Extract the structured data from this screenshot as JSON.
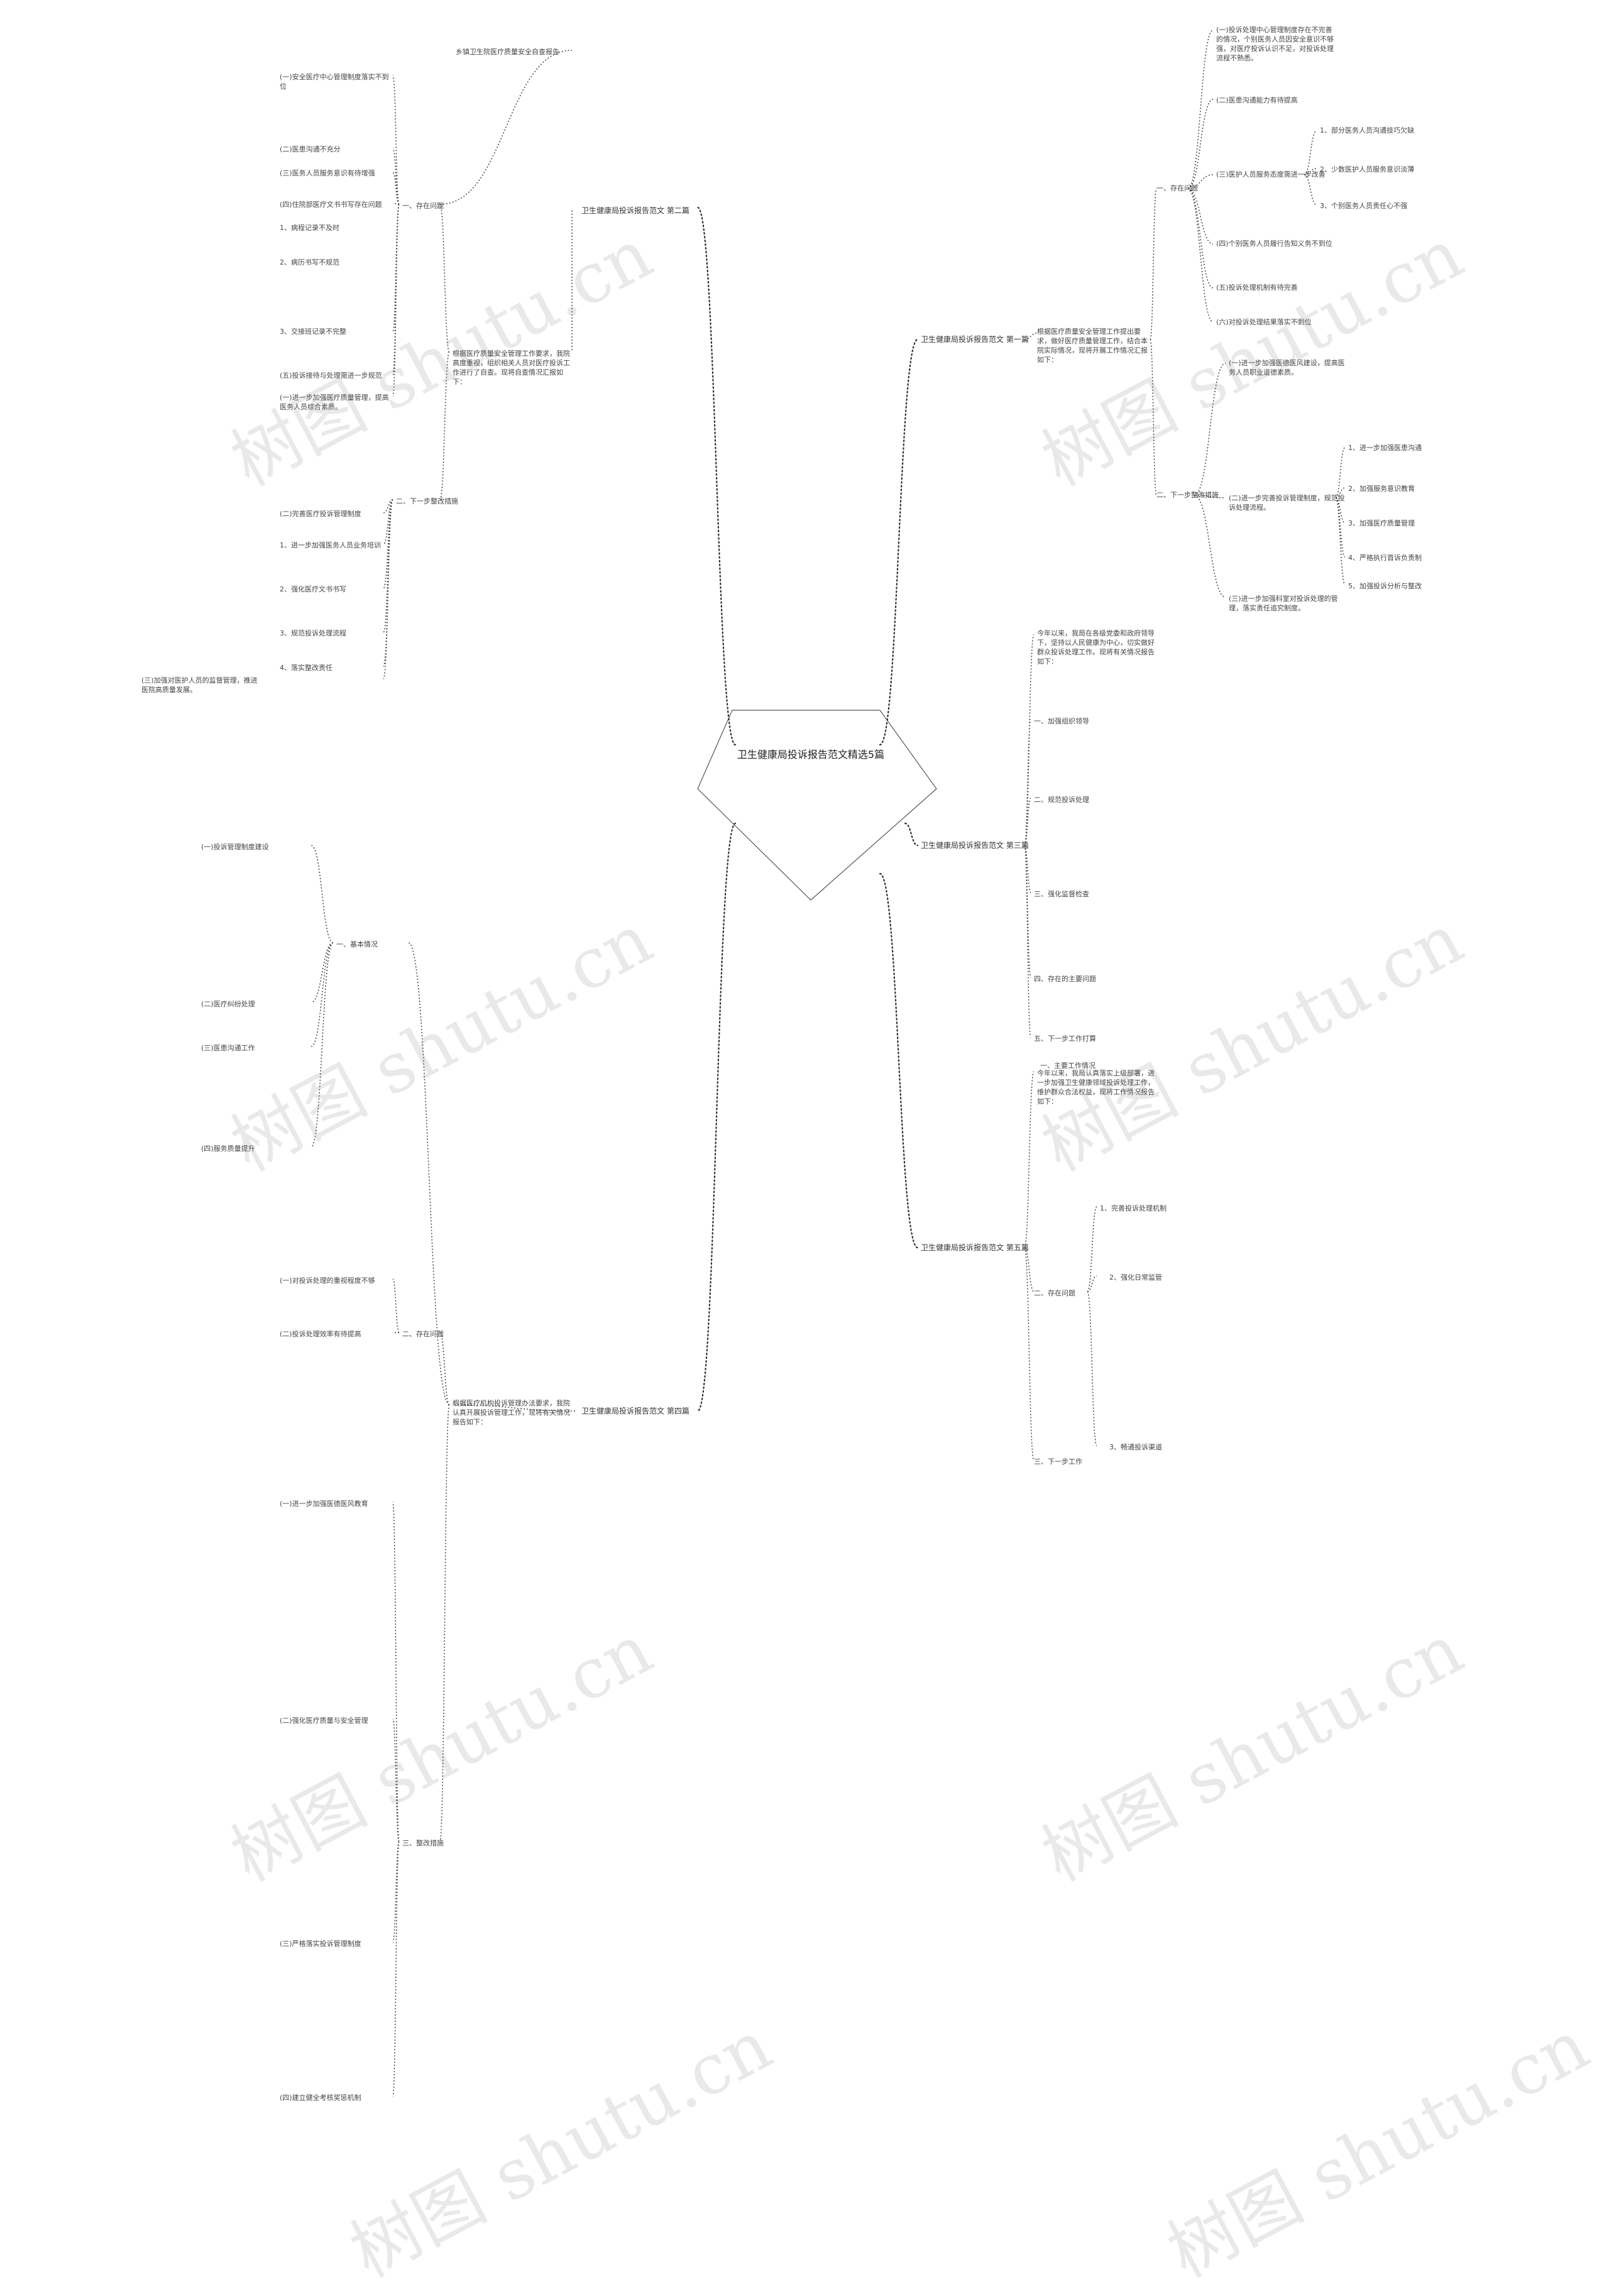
{
  "root": {
    "title": "卫生健康局投诉报告范文精选5篇"
  },
  "branches": [
    {
      "title": "卫生健康局投诉报告范文 第一篇"
    },
    {
      "title": "卫生健康局投诉报告范文 第二篇"
    },
    {
      "title": "卫生健康局投诉报告范文 第三篇"
    },
    {
      "title": "卫生健康局投诉报告范文 第四篇"
    },
    {
      "title": "卫生健康局投诉报告范文 第五篇"
    }
  ],
  "b1": {
    "intro": "根据医疗质量安全管理工作提出要求，做好医疗质量管理工作，结合本院实际情况，现将开展工作情况汇报如下：",
    "sec1": "一、存在问题",
    "sec2": "二、下一步整改措施",
    "items": [
      "(一)投诉处理中心管理制度存在不完善的情况，个别医务人员因安全意识不够强，对医疗投诉认识不足，对投诉处理流程不熟悉。",
      "(二)医患沟通能力有待提高",
      "(三)医护人员服务态度需进一步改善",
      "1、部分医务人员沟通技巧欠缺",
      "2、少数医护人员服务意识淡薄",
      "3、个别医务人员责任心不强",
      "(四)个别医务人员履行告知义务不到位",
      "(五)投诉处理机制有待完善",
      "(六)对投诉处理结果落实不到位",
      "(一)进一步加强医德医风建设，提高医务人员职业道德素质。",
      "(二)进一步完善投诉管理制度，规范投诉处理流程。",
      "1、进一步加强医患沟通",
      "2、加强服务意识教育",
      "3、加强医疗质量管理",
      "4、严格执行首诉负责制",
      "5、加强投诉分析与整改",
      "(三)进一步加强科室对投诉处理的管理，落实责任追究制度。"
    ]
  },
  "b2": {
    "intro": "根据医疗质量安全管理工作要求，我院高度重视，组织相关人员对医疗投诉工作进行了自查。现将自查情况汇报如下：",
    "top": "乡镇卫生院医疗质量安全自查报告",
    "sec1": "一、存在问题",
    "sec2": "二、下一步整改措施",
    "items": [
      "(一)安全医疗中心管理制度落实不到位",
      "(二)医患沟通不充分",
      "(三)医务人员服务意识有待增强",
      "(四)住院部医疗文书书写存在问题",
      "1、病程记录不及时",
      "2、病历书写不规范",
      "3、交接班记录不完整",
      "(五)投诉接待与处理需进一步规范",
      "(一)进一步加强医疗质量管理，提高医务人员综合素质。",
      "(二)完善医疗投诉管理制度",
      "1、进一步加强医务人员业务培训",
      "2、强化医疗文书书写",
      "3、规范投诉处理流程",
      "4、落实整改责任",
      "(三)加强对医护人员的监督管理，推进医院高质量发展。"
    ]
  },
  "b3": {
    "intro": "今年以来，我局在各级党委和政府领导下，坚持以人民健康为中心，切实做好群众投诉处理工作。现将有关情况报告如下：",
    "items": [
      "一、加强组织领导",
      "二、规范投诉处理",
      "三、强化监督检查",
      "四、存在的主要问题",
      "五、下一步工作打算"
    ]
  },
  "b4": {
    "intro": "根据医疗机构投诉管理办法要求，我院认真开展投诉管理工作，现将有关情况报告如下：",
    "sec1": "一、基本情况",
    "sec2": "二、存在问题",
    "sec3": "三、整改措施",
    "items": [
      "(一)投诉管理制度建设",
      "(二)医疗纠纷处理",
      "(三)医患沟通工作",
      "(四)服务质量提升",
      "(一)对投诉处理的重视程度不够",
      "(二)投诉处理效率有待提高",
      "(一)进一步加强医德医风教育",
      "(二)强化医疗质量与安全管理",
      "(三)严格落实投诉管理制度",
      "(四)建立健全考核奖惩机制"
    ]
  },
  "b5": {
    "intro": "今年以来，我局认真落实上级部署，进一步加强卫生健康领域投诉处理工作，维护群众合法权益，现将工作情况报告如下：",
    "sec1": "一、主要工作情况",
    "sec2": "二、存在问题",
    "sec3": "三、下一步工作",
    "items": [
      "1、完善投诉处理机制",
      "2、强化日常监管",
      "3、畅通投诉渠道"
    ]
  },
  "watermark": "树图 shutu.cn"
}
